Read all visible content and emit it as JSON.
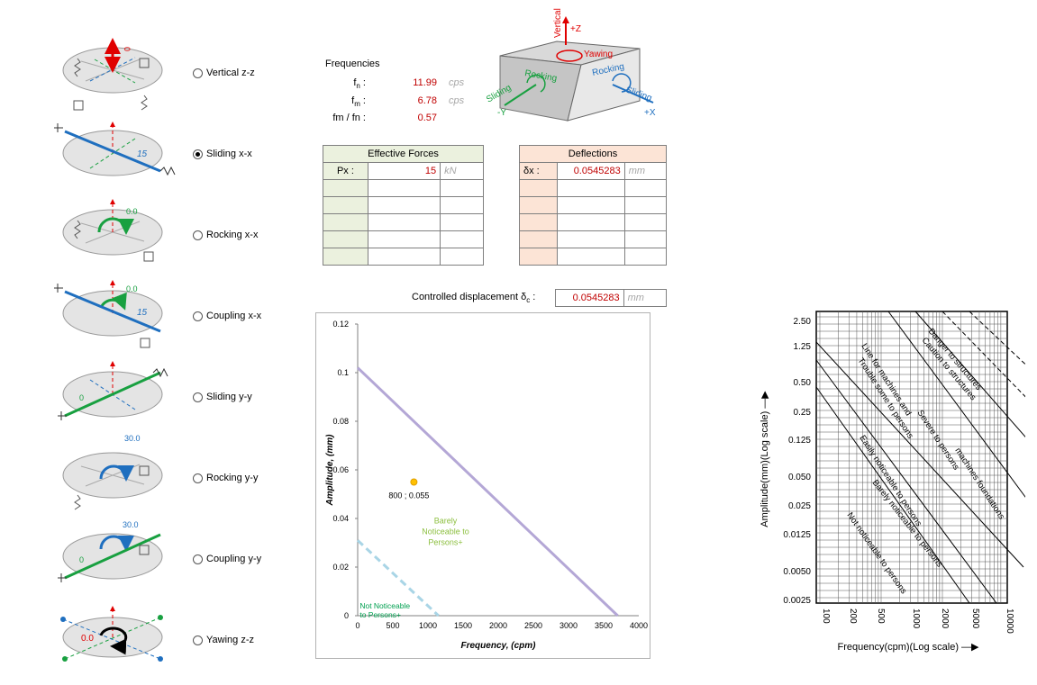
{
  "modes": [
    {
      "label": "Vertical z-z",
      "selected": false,
      "value": "0"
    },
    {
      "label": "Sliding x-x",
      "selected": true,
      "value": "15"
    },
    {
      "label": "Rocking x-x",
      "selected": false,
      "value": "0.0"
    },
    {
      "label": "Coupling x-x",
      "selected": false,
      "value": "0.0",
      "value2": "15"
    },
    {
      "label": "Sliding y-y",
      "selected": false,
      "value": "0"
    },
    {
      "label": "Rocking y-y",
      "selected": false,
      "value": "30.0"
    },
    {
      "label": "Coupling y-y",
      "selected": false,
      "value": "30.0",
      "value2": "0"
    },
    {
      "label": "Yawing z-z",
      "selected": false,
      "value": "0.0"
    }
  ],
  "frequencies": {
    "title": "Frequencies",
    "fn_label": "f",
    "fn_sub": "n",
    "fn_value": "11.99",
    "fn_unit": "cps",
    "fm_label": "f",
    "fm_sub": "m",
    "fm_value": "6.78",
    "fm_unit": "cps",
    "ratio_label": "fm / fn :",
    "ratio_value": "0.57"
  },
  "cube": {
    "vertical": "Vertical",
    "plus_z": "+Z",
    "yawing": "Yawing",
    "rocking_left": "Rocking",
    "rocking_right": "Rocking",
    "sliding_left": "Sliding",
    "sliding_right": "Sliding",
    "minus_y": "-Y",
    "plus_x": "+X"
  },
  "effective_forces": {
    "title": "Effective Forces",
    "row_label": "Px :",
    "value": "15",
    "unit": "kN"
  },
  "deflections": {
    "title": "Deflections",
    "row_label": "δx :",
    "value": "0.0545283",
    "unit": "mm"
  },
  "controlled": {
    "label": "Controlled displacement δ",
    "sub": "c",
    "colon": ":",
    "value": "0.0545283",
    "unit": "mm"
  },
  "chart_data": {
    "type": "line",
    "xlabel": "Frequency, (cpm)",
    "ylabel": "Amplitude, (mm)",
    "xlim": [
      0,
      4000
    ],
    "ylim": [
      0,
      0.12
    ],
    "x_ticks": [
      "0",
      "500",
      "1000",
      "1500",
      "2000",
      "2500",
      "3000",
      "3500",
      "4000"
    ],
    "y_ticks": [
      "0",
      "0.02",
      "0.04",
      "0.06",
      "0.08",
      "0.1",
      "0.12"
    ],
    "series": [
      {
        "name": "Barely Noticeable to Persons",
        "color": "#b4a7d6",
        "style": "solid",
        "points": [
          [
            0,
            0.102
          ],
          [
            3700,
            0
          ]
        ]
      },
      {
        "name": "Not Noticeable to Persons",
        "color": "#a9d5e6",
        "style": "dashed",
        "points": [
          [
            0,
            0.031
          ],
          [
            1150,
            0
          ]
        ]
      }
    ],
    "point": {
      "x": 800,
      "y": 0.055,
      "label": "800 ; 0.055",
      "color": "#ffc000"
    },
    "annotations": [
      {
        "text": [
          "Barely",
          "Noticeable to",
          "Persons+"
        ],
        "color": "#8cbf3f"
      },
      {
        "text": [
          "Not Noticeable",
          "to Persons+"
        ],
        "color": "#00a050"
      }
    ]
  },
  "reference_chart": {
    "y_label": "Amplitude(mm)(Log scale)",
    "x_label": "Frequency(cpm)(Log scale)",
    "y_ticks": [
      "2.50",
      "1.25",
      "0.50",
      "0.25",
      "0.125",
      "0.050",
      "0.025",
      "0.0125",
      "0.0050",
      "0.0025"
    ],
    "x_ticks": [
      "100",
      "200",
      "500",
      "1000",
      "2000",
      "5000",
      "10000"
    ],
    "bands": [
      "Danger to structures",
      "Caution to structures",
      "Line for machines and",
      "machines foundations",
      "Severe to persons",
      "Trouble some to persons",
      "Easily noticeable to persons",
      "Barely noticeable to persons",
      "Not noticeable to persons"
    ]
  }
}
